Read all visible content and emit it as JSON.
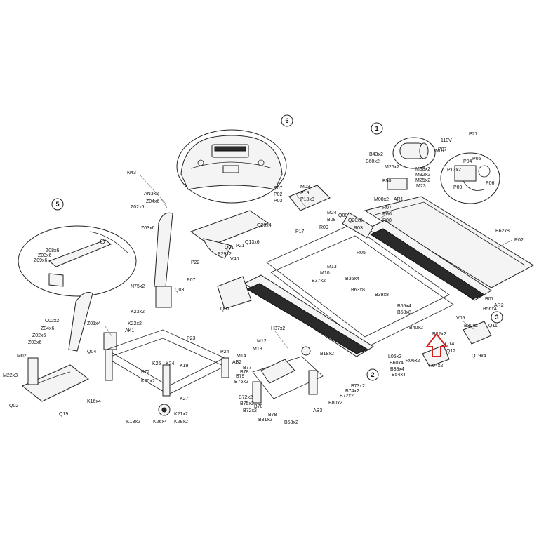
{
  "labels": [
    "N43",
    "AN3x2",
    "Z04x6",
    "Z02x6",
    "Z03x6",
    "P22",
    "P07",
    "Z08x6",
    "Z03x6",
    "Z09x6",
    "N75x2",
    "Q03",
    "K23x2",
    "K22x2",
    "AK1",
    "Z01x4",
    "C02x2",
    "Z04x6",
    "Z02x6",
    "Z03x6",
    "M02",
    "Q04",
    "M22x3",
    "Q02",
    "Q19",
    "K16x4",
    "K18x2",
    "K26x4",
    "K21x2",
    "K28x2",
    "K27",
    "P23",
    "P24",
    "K25",
    "K24",
    "K19",
    "B72",
    "K20x2",
    "Q07",
    "Q01",
    "P29x2",
    "P21",
    "Q13x6",
    "V40",
    "Q20x4",
    "P07",
    "P02",
    "P03",
    "M03",
    "P19",
    "P18x3",
    "M24",
    "B08",
    "P17",
    "R09",
    "R07",
    "R06",
    "R08",
    "M38x2",
    "M32x2",
    "M25x2",
    "B50",
    "M08x2",
    "M23",
    "B60x2",
    "B43x2",
    "AR1",
    "M26x2",
    "P27",
    "M07",
    "110V",
    "P13x2",
    "P04",
    "P05",
    "P09",
    "P06",
    "R02",
    "B62x8",
    "AR2",
    "B07",
    "B56x4",
    "B55x4",
    "B58x8",
    "B39x8",
    "B36x4",
    "B63x8",
    "B37x2",
    "M10",
    "M13",
    "R05",
    "R03",
    "Q08",
    "Q20x8",
    "V05",
    "Q11",
    "Q19x4",
    "B22x2",
    "Q14",
    "Q12",
    "R04x2",
    "R06x2",
    "L05x2",
    "B60x4",
    "B38x4",
    "B54x4",
    "B40x2",
    "B30x2",
    "H37x2",
    "M12",
    "M13",
    "M14",
    "B18x2",
    "AB2",
    "B77",
    "B79",
    "B78",
    "B76x2",
    "B72x2",
    "B75x2",
    "B78",
    "B72x2",
    "B78",
    "B81x2",
    "B53x2",
    "AB3",
    "B73x2",
    "B72x2",
    "B74x2",
    "B80x2",
    "P07"
  ],
  "callouts": [
    "1",
    "2",
    "3",
    "5",
    "6"
  ]
}
